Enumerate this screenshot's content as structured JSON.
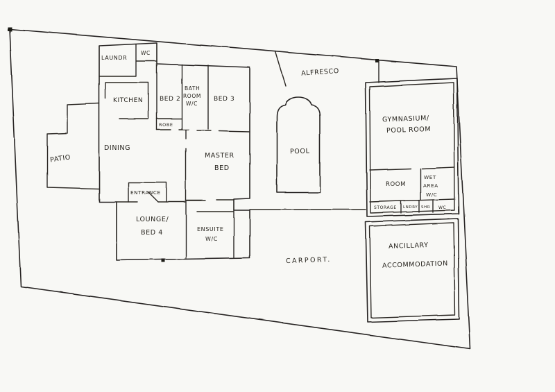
{
  "page": {
    "kind": "hand-drawn residential site and floor plan sketch",
    "ink_color": "#2b2823",
    "paper_color": "#f8f8f5"
  },
  "labels": {
    "laundry": "LAUNDR",
    "wc_top": "WC",
    "kitchen": "KITCHEN",
    "bed2": "BED 2",
    "bath_1": "BATH",
    "bath_2": "ROOM",
    "bath_3": "W/C",
    "bed3": "BED 3",
    "robe": "ROBE",
    "dining": "DINING",
    "patio": "PATIO",
    "entrance": "ENTRANCE",
    "master_1": "MASTER",
    "master_2": "BED",
    "lounge_1": "LOUNGE/",
    "lounge_2": "BED 4",
    "ensuite_1": "ENSUITE",
    "ensuite_2": "W/C",
    "pool": "POOL",
    "alfresco": "ALFRESCO",
    "carport": "CARPORT.",
    "gym_1": "GYMNASIUM/",
    "gym_2": "POOL ROOM",
    "room": "ROOM",
    "wet_1": "WET",
    "wet_2": "AREA",
    "wet_3": "W/C",
    "storage": "STORAGE",
    "lndry": "LNDRY",
    "shr": "SHR",
    "wc_small": "WC",
    "ancillary_1": "ANCILLARY",
    "ancillary_2": "ACCOMMODATION"
  }
}
